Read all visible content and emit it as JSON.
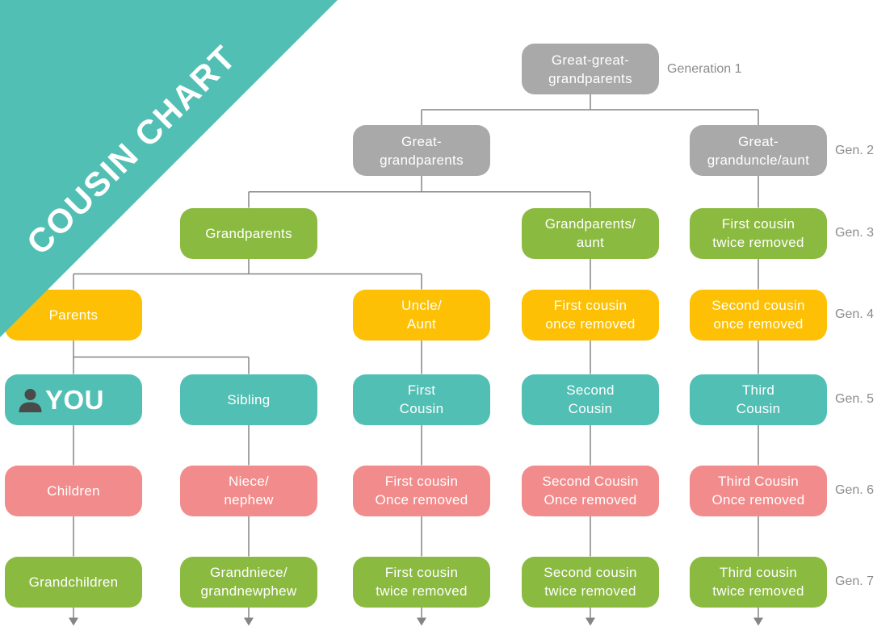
{
  "title": {
    "text": "COUSIN CHART"
  },
  "colors": {
    "teal": "#52bfb4",
    "gray": "#a9a9a9",
    "green": "#8bba41",
    "yellow": "#fdc004",
    "pink": "#f28b8b",
    "box_text": "#ffffff",
    "title_text": "#ffffff",
    "connector": "#858585",
    "generation_label_text": "#8c8c8c",
    "person_icon": "#4a4a4a"
  },
  "generation_labels": [
    {
      "generation": 1,
      "text": "Generation 1"
    },
    {
      "generation": 2,
      "text": "Gen. 2"
    },
    {
      "generation": 3,
      "text": "Gen. 3"
    },
    {
      "generation": 4,
      "text": "Gen. 4"
    },
    {
      "generation": 5,
      "text": "Gen. 5"
    },
    {
      "generation": 6,
      "text": "Gen. 6"
    },
    {
      "generation": 7,
      "text": "Gen. 7"
    }
  ],
  "nodes": [
    {
      "id": "great-great-grandparents",
      "generation": 1,
      "col": 4,
      "color": "gray",
      "lines": [
        "Great-great-",
        "grandparents"
      ],
      "parent": null
    },
    {
      "id": "great-grandparents",
      "generation": 2,
      "col": 3,
      "color": "gray",
      "lines": [
        "Great-",
        "grandparents"
      ],
      "parent": "great-great-grandparents"
    },
    {
      "id": "great-granduncle-aunt",
      "generation": 2,
      "col": 5,
      "color": "gray",
      "lines": [
        "Great-",
        "granduncle/aunt"
      ],
      "parent": "great-great-grandparents"
    },
    {
      "id": "grandparents",
      "generation": 3,
      "col": 2,
      "color": "green",
      "lines": [
        "Grandparents"
      ],
      "parent": "great-grandparents"
    },
    {
      "id": "grandparents-aunt",
      "generation": 3,
      "col": 4,
      "color": "green",
      "lines": [
        "Grandparents/",
        "aunt"
      ],
      "parent": "great-grandparents"
    },
    {
      "id": "first-cousin-twice-removed-elder",
      "generation": 3,
      "col": 5,
      "color": "green",
      "lines": [
        "First cousin",
        "twice removed"
      ],
      "parent": "great-granduncle-aunt"
    },
    {
      "id": "parents",
      "generation": 4,
      "col": 1,
      "color": "yellow",
      "lines": [
        "Parents"
      ],
      "parent": "grandparents"
    },
    {
      "id": "uncle-aunt",
      "generation": 4,
      "col": 3,
      "color": "yellow",
      "lines": [
        "Uncle/",
        "Aunt"
      ],
      "parent": "grandparents"
    },
    {
      "id": "first-cousin-once-removed-elder",
      "generation": 4,
      "col": 4,
      "color": "yellow",
      "lines": [
        "First cousin",
        "once removed"
      ],
      "parent": "grandparents-aunt"
    },
    {
      "id": "second-cousin-once-removed-elder",
      "generation": 4,
      "col": 5,
      "color": "yellow",
      "lines": [
        "Second cousin",
        "once removed"
      ],
      "parent": "first-cousin-twice-removed-elder"
    },
    {
      "id": "you",
      "generation": 5,
      "col": 1,
      "color": "teal",
      "lines": [
        "YOU"
      ],
      "parent": "parents",
      "emphasis": true,
      "icon": "person-icon"
    },
    {
      "id": "sibling",
      "generation": 5,
      "col": 2,
      "color": "teal",
      "lines": [
        "Sibling"
      ],
      "parent": "parents"
    },
    {
      "id": "first-cousin",
      "generation": 5,
      "col": 3,
      "color": "teal",
      "lines": [
        "First",
        "Cousin"
      ],
      "parent": "uncle-aunt"
    },
    {
      "id": "second-cousin",
      "generation": 5,
      "col": 4,
      "color": "teal",
      "lines": [
        "Second",
        "Cousin"
      ],
      "parent": "first-cousin-once-removed-elder"
    },
    {
      "id": "third-cousin",
      "generation": 5,
      "col": 5,
      "color": "teal",
      "lines": [
        "Third",
        "Cousin"
      ],
      "parent": "second-cousin-once-removed-elder"
    },
    {
      "id": "children",
      "generation": 6,
      "col": 1,
      "color": "pink",
      "lines": [
        "Children"
      ],
      "parent": "you"
    },
    {
      "id": "niece-nephew",
      "generation": 6,
      "col": 2,
      "color": "pink",
      "lines": [
        "Niece/",
        "nephew"
      ],
      "parent": "sibling"
    },
    {
      "id": "first-cousin-once-removed-younger",
      "generation": 6,
      "col": 3,
      "color": "pink",
      "lines": [
        "First cousin",
        "Once removed"
      ],
      "parent": "first-cousin"
    },
    {
      "id": "second-cousin-once-removed-younger",
      "generation": 6,
      "col": 4,
      "color": "pink",
      "lines": [
        "Second Cousin",
        "Once removed"
      ],
      "parent": "second-cousin"
    },
    {
      "id": "third-cousin-once-removed",
      "generation": 6,
      "col": 5,
      "color": "pink",
      "lines": [
        "Third Cousin",
        "Once removed"
      ],
      "parent": "third-cousin"
    },
    {
      "id": "grandchildren",
      "generation": 7,
      "col": 1,
      "color": "green",
      "lines": [
        "Grandchildren"
      ],
      "parent": "children",
      "arrow_below": true
    },
    {
      "id": "grandniece-grandnephew",
      "generation": 7,
      "col": 2,
      "color": "green",
      "lines": [
        "Grandniece/",
        "grandnewphew"
      ],
      "parent": "niece-nephew",
      "arrow_below": true
    },
    {
      "id": "first-cousin-twice-removed-younger",
      "generation": 7,
      "col": 3,
      "color": "green",
      "lines": [
        "First cousin",
        "twice removed"
      ],
      "parent": "first-cousin-once-removed-younger",
      "arrow_below": true
    },
    {
      "id": "second-cousin-twice-removed",
      "generation": 7,
      "col": 4,
      "color": "green",
      "lines": [
        "Second cousin",
        "twice removed"
      ],
      "parent": "second-cousin-once-removed-younger",
      "arrow_below": true
    },
    {
      "id": "third-cousin-twice-removed",
      "generation": 7,
      "col": 5,
      "color": "green",
      "lines": [
        "Third cousin",
        "twice removed"
      ],
      "parent": "third-cousin-once-removed",
      "arrow_below": true
    }
  ]
}
